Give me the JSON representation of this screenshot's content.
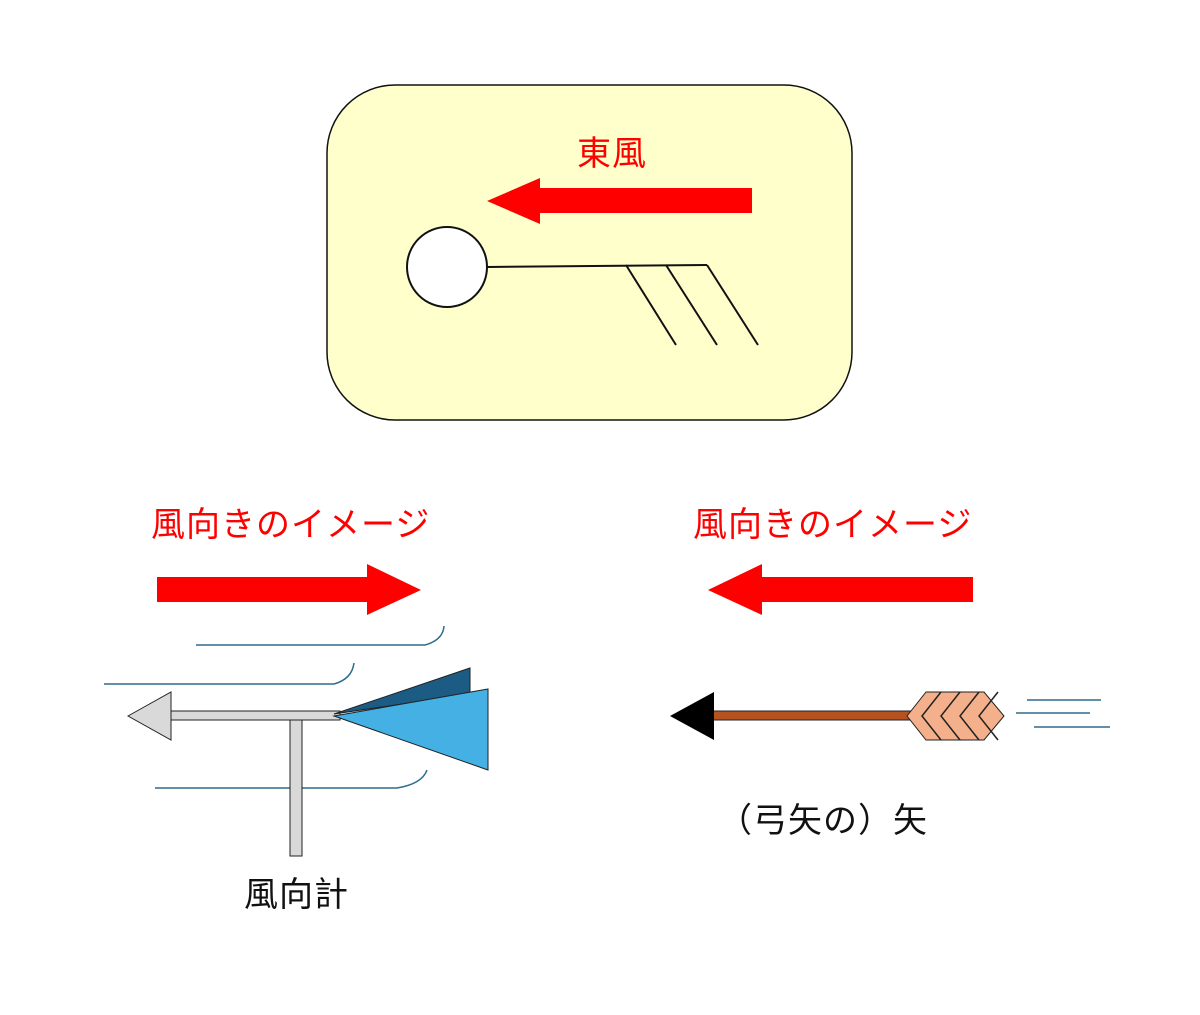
{
  "top_panel": {
    "label": "東風",
    "background_color": "#ffffcc",
    "arrow_color": "#ff0000"
  },
  "left_panel": {
    "heading": "風向きのイメージ",
    "caption": "風向計",
    "vane_colors": {
      "tail_light": "#44b0e4",
      "tail_dark": "#1b5b84",
      "pointer": "#d9d9d9"
    }
  },
  "right_panel": {
    "heading": "風向きのイメージ",
    "caption": "（弓矢の）矢",
    "arrow_colors": {
      "shaft": "#b5521f",
      "fletching": "#f4b08a",
      "head": "#000000"
    }
  }
}
